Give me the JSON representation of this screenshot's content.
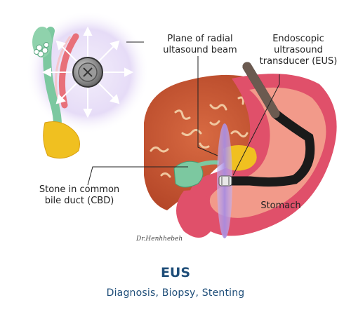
{
  "labels": {
    "plane": [
      "Plane of radial",
      "ultasound beam"
    ],
    "transducer": [
      "Endoscopic",
      "ultrasound",
      "transducer (EUS)"
    ],
    "stone": [
      "Stone in common",
      "bile duct (CBD)"
    ],
    "stomach": "Stomach"
  },
  "signature": "Dr.Henhhebeh",
  "title": "EUS",
  "subtitle": "Diagnosis, Biopsy, Stenting",
  "colors": {
    "liver": "#c8502e",
    "stomach": "#e0506a",
    "scope": "#1a1a1a",
    "beam": "#a98ce0",
    "bile_duct": "#7cc8a0",
    "gallbladder": "#f0c020",
    "title": "#1f4e79"
  }
}
